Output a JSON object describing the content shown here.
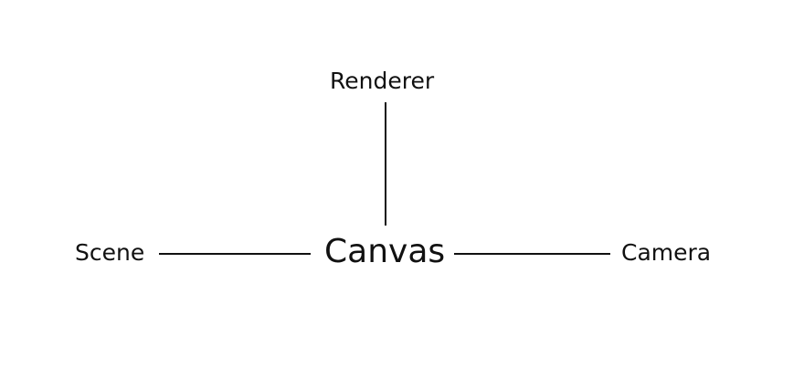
{
  "diagram": {
    "center": {
      "label": "Canvas"
    },
    "nodes": [
      {
        "id": "renderer",
        "label": "Renderer",
        "position": "top"
      },
      {
        "id": "scene",
        "label": "Scene",
        "position": "left"
      },
      {
        "id": "camera",
        "label": "Camera",
        "position": "right"
      }
    ],
    "edges": [
      {
        "from": "Canvas",
        "to": "Renderer"
      },
      {
        "from": "Canvas",
        "to": "Scene"
      },
      {
        "from": "Canvas",
        "to": "Camera"
      }
    ]
  }
}
